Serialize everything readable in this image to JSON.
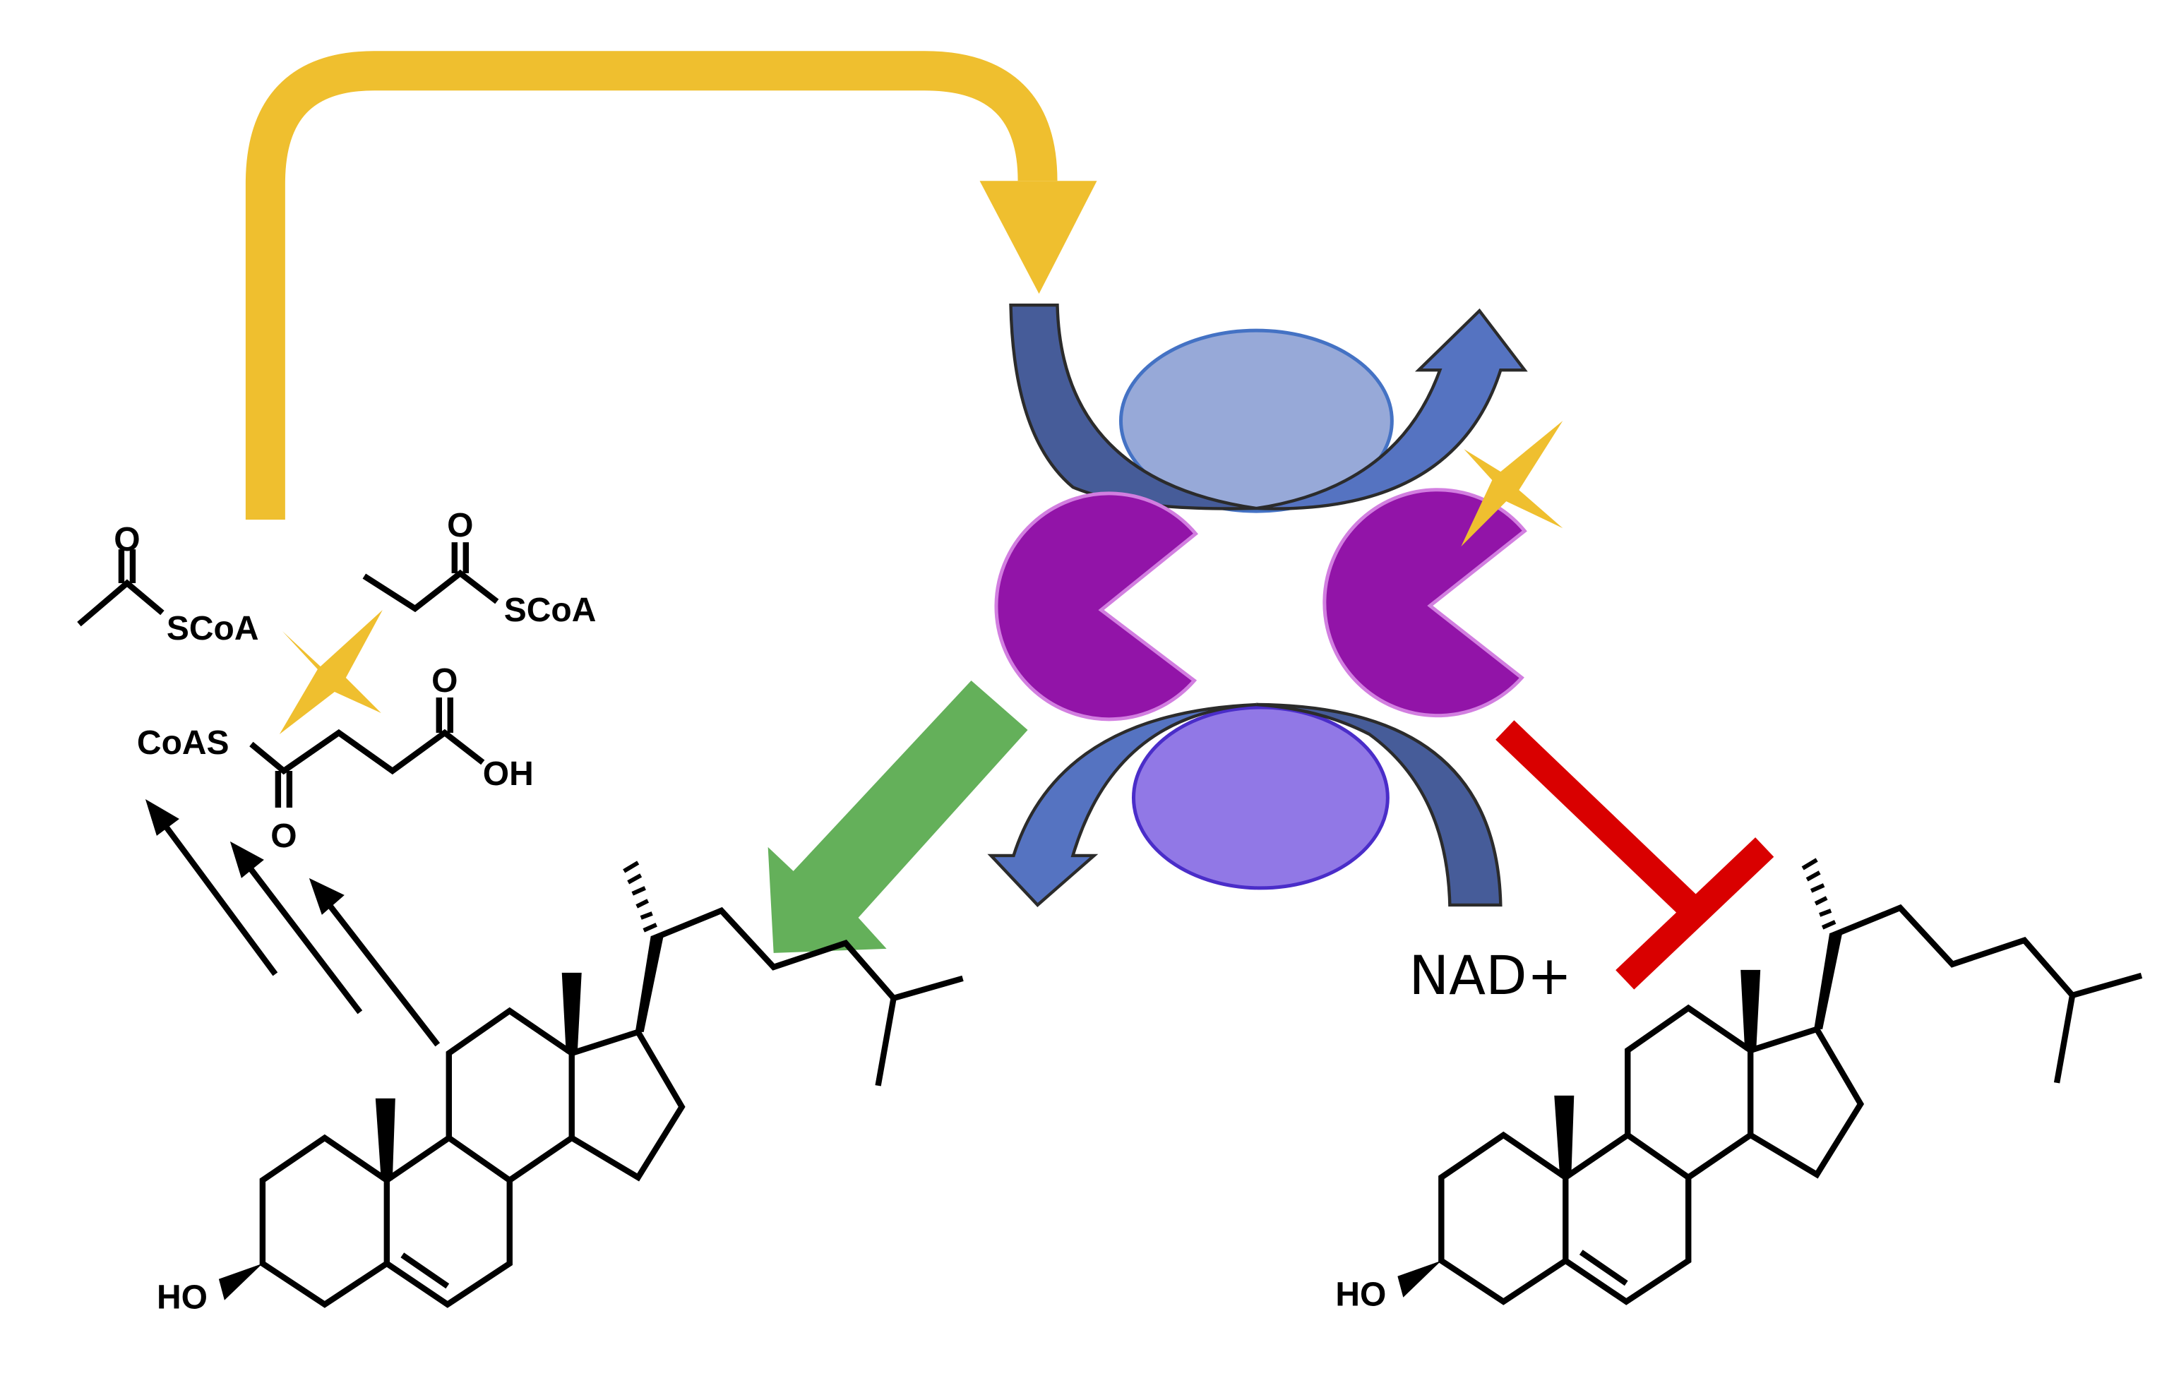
{
  "diagram": {
    "type": "metabolic-pathway",
    "colors": {
      "feedback_arrow": "#efbf2f",
      "star": "#efbf2f",
      "cofactor_arrow_dark": "#465c99",
      "cofactor_arrow_light": "#5573c1",
      "ellipse_top_fill": "#97a9d8",
      "ellipse_top_stroke": "#4472c4",
      "ellipse_bottom_fill": "#9178e6",
      "ellipse_bottom_stroke": "#4a2dc9",
      "enzyme_fill": "#9214a8",
      "enzyme_stroke": "#d27ee0",
      "activation_arrow": "#64b05a",
      "inhibition": "#d90000",
      "molecule": "#000000"
    },
    "metabolites": {
      "acetyl_coa": {
        "name": "acetyl-CoA",
        "oxygen_label": "O",
        "thioester_label": "SCoA"
      },
      "propionyl_coa": {
        "name": "propionyl-CoA",
        "oxygen_label": "O",
        "thioester_label": "SCoA"
      },
      "succinyl_coa": {
        "name": "succinyl-CoA",
        "coa_label": "CoAS",
        "acid_label": "OH",
        "oxygen_label_top": "O",
        "oxygen_label_bottom": "O"
      }
    },
    "cholesterol_left": {
      "name": "cholesterol",
      "hydroxyl_label": "HO"
    },
    "cholesterol_right": {
      "name": "cholesterol",
      "hydroxyl_label": "HO"
    },
    "cofactor": {
      "label": "NAD+"
    },
    "degradation_arrows": {
      "count": 3
    },
    "edges": [
      {
        "from": "acyl-CoA pool",
        "to": "enzyme cycle",
        "kind": "feedback"
      },
      {
        "from": "enzyme (left)",
        "to": "cholesterol (left)",
        "kind": "activation"
      },
      {
        "from": "enzyme (right, starred)",
        "to": "cholesterol (right)",
        "kind": "inhibition"
      },
      {
        "from": "cholesterol (left)",
        "to": "acyl-CoA pool",
        "kind": "degradation"
      }
    ]
  }
}
